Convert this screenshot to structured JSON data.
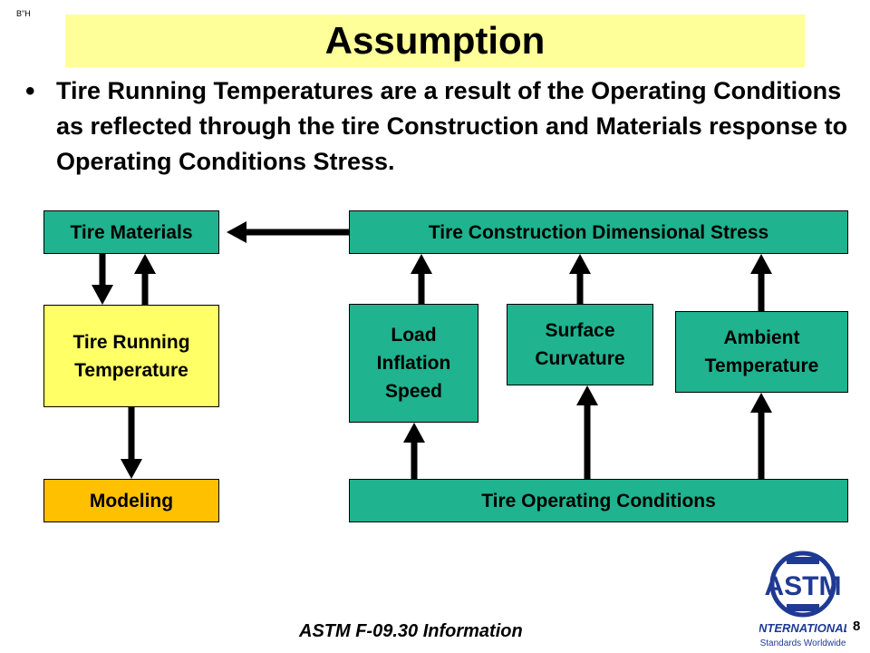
{
  "header": {
    "corner_tag": "B\"H",
    "title": "Assumption"
  },
  "bullet": {
    "symbol": "•",
    "text": "Tire Running Temperatures are a result of the Operating Conditions as reflected through the tire Construction and Materials response to Operating Conditions Stress."
  },
  "diagram": {
    "tire_materials": "Tire Materials",
    "tire_construction_stress": "Tire Construction Dimensional Stress",
    "tire_running_temperature": "Tire Running\nTemperature",
    "load_inflation_speed": "Load\nInflation\nSpeed",
    "surface_curvature": "Surface\nCurvature",
    "ambient_temperature": "Ambient\nTemperature",
    "modeling": "Modeling",
    "tire_operating_conditions": "Tire Operating Conditions"
  },
  "colors": {
    "title_bar": "#ffff99",
    "teal": "#1fb38f",
    "yellow": "#ffff66",
    "orange": "#ffc000",
    "logo_blue": "#1f3a93"
  },
  "footer": {
    "text": "ASTM F-09.30 Information",
    "page_number": "8"
  },
  "logo": {
    "letters": "ASTM",
    "name": "INTERNATIONAL",
    "tagline": "Standards Worldwide"
  }
}
